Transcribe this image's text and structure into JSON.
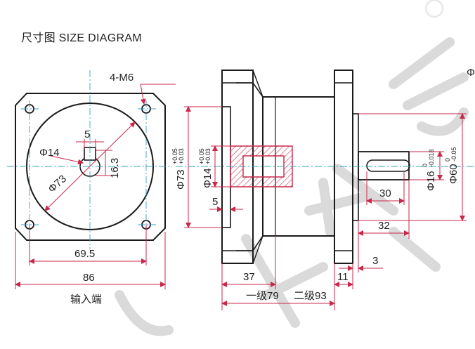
{
  "header": {
    "title": "尺寸图  SIZE  DIAGRAM"
  },
  "input_end_label": "输入端",
  "front_view": {
    "hole_spec": "4-M6",
    "keyway_width": "5",
    "bore_diameter": "Φ14",
    "key_height": "16.3",
    "bolt_circle": "Φ73",
    "hole_spacing": "69.5",
    "flange_size": "86"
  },
  "side_view": {
    "input_bore": "Φ14",
    "input_bore_tol_upper": "+0.05",
    "input_bore_tol_lower": "+0.03",
    "pilot_diameter": "Φ73",
    "pilot_tol_upper": "+0.05",
    "pilot_tol_lower": "+0.03",
    "pilot_depth": "5",
    "housing_length": "37",
    "stage1_length": "一级79",
    "stage2_length": "二级93",
    "flange_thickness": "11",
    "shaft_diameter": "Φ16",
    "shaft_tol_upper": "0",
    "shaft_tol_lower": "-0.018",
    "output_pilot": "Φ60",
    "output_pilot_tol_upper": "0",
    "output_pilot_tol_lower": "-0.05",
    "key_length": "30",
    "shaft_length": "32",
    "shaft_step": "3",
    "partial_label": "Φ"
  },
  "colors": {
    "outline": "#1a1a1a",
    "dimension": "#c8284a",
    "centerline": "#3aa0c8",
    "hatch": "#c8284a",
    "watermark": "#d9d9d9"
  },
  "watermark": {
    "text": "民 恒 数"
  }
}
